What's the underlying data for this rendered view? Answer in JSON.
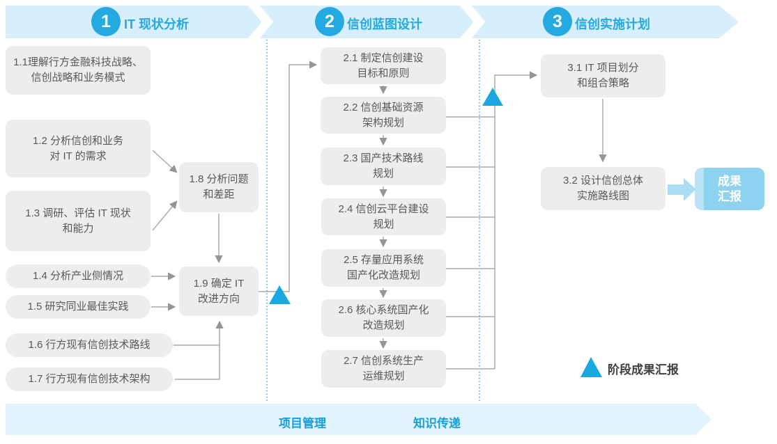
{
  "phases": [
    {
      "number": "1",
      "title": "IT 现状分析"
    },
    {
      "number": "2",
      "title": "信创蓝图设计"
    },
    {
      "number": "3",
      "title": "信创实施计划"
    }
  ],
  "phase1_steps": [
    "1.1理解行方金融科技战略、\n信创战略和业务模式",
    "1.2 分析信创和业务\n对 IT 的需求",
    "1.3 调研、评估 IT 现状\n和能力",
    "1.4 分析产业侧情况",
    "1.5 研究同业最佳实践",
    "1.6 行方现有信创技术路线",
    "1.7 行方现有信创技术架构",
    "1.8 分析问题\n和差距",
    "1.9 确定 IT\n改进方向"
  ],
  "phase2_steps": [
    "2.1 制定信创建设\n目标和原则",
    "2.2 信创基础资源\n架构规划",
    "2.3 国产技术路线\n规划",
    "2.4 信创云平台建设\n规划",
    "2.5 存量应用系统\n国产化改造规划",
    "2.6 核心系统国产化\n改造规划",
    "2.7 信创系统生产\n运维规划"
  ],
  "phase3_steps": [
    "3.1 IT 项目划分\n和组合策略",
    "3.2 设计信创总体\n实施路线图"
  ],
  "deliverable_label": "成果\n汇报",
  "legend_label": "阶段成果汇报",
  "footer_labels": [
    "项目管理",
    "知识传递"
  ],
  "colors": {
    "accent_blue": "#24a9e1",
    "banner_blue": "#d7eefc",
    "footer_banner_blue": "#e1f3fc",
    "box_gray": "#ededee",
    "box_text": "#58595b",
    "connector_gray": "#a8aaad",
    "deliverable_blue": "#8dd2f0"
  }
}
